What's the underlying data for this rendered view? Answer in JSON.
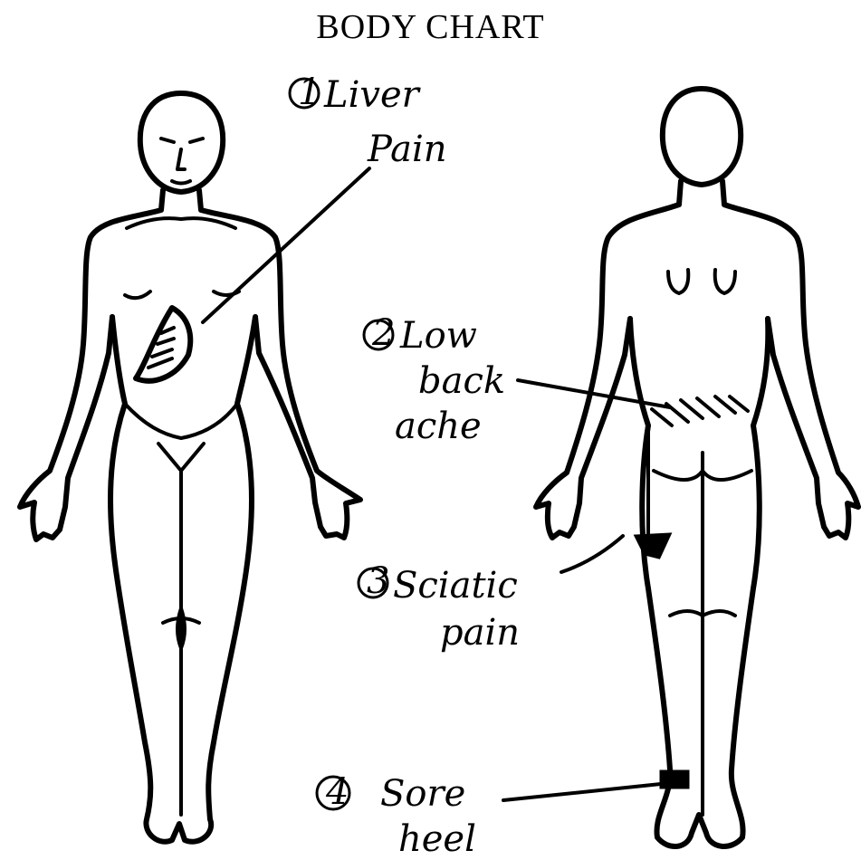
{
  "title": "BODY CHART",
  "annotations": [
    {
      "number": "1",
      "lines": [
        "Liver",
        "Pain"
      ]
    },
    {
      "number": "2",
      "lines": [
        "Low",
        "back",
        "ache"
      ]
    },
    {
      "number": "3",
      "lines": [
        "Sciatic",
        "pain"
      ]
    },
    {
      "number": "4",
      "lines": [
        "Sore",
        "heel"
      ]
    }
  ]
}
